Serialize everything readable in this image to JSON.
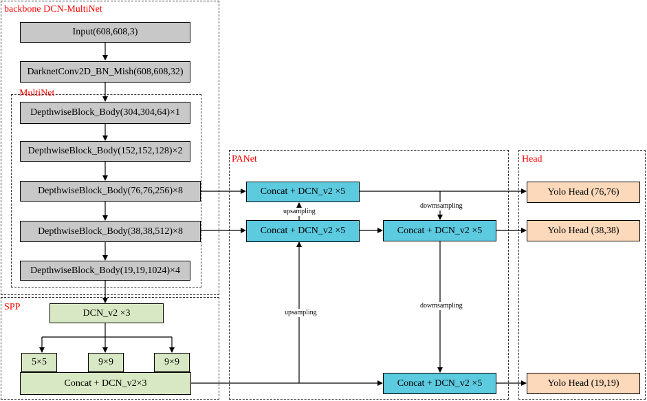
{
  "regions": {
    "backbone": "backbone DCN-MultiNet",
    "multinet": "MultiNet",
    "spp": "SPP",
    "panet": "PANet",
    "head": "Head"
  },
  "backbone": {
    "input": "Input(608,608,3)",
    "conv": "DarknetConv2D_BN_Mish(608,608,32)",
    "block1": "DepthwiseBlock_Body(304,304,64)×1",
    "block2": "DepthwiseBlock_Body(152,152,128)×2",
    "block3": "DepthwiseBlock_Body(76,76,256)×8",
    "block4": "DepthwiseBlock_Body(38,38,512)×8",
    "block5": "DepthwiseBlock_Body(19,19,1024)×4"
  },
  "spp": {
    "dcn": "DCN_v2 ×3",
    "pool1": "5×5",
    "pool2": "9×9",
    "pool3": "9×9",
    "concat": "Concat + DCN_v2×3"
  },
  "panet": {
    "concat1": "Concat + DCN_v2 ×5",
    "concat2": "Concat + DCN_v2 ×5",
    "concat3": "Concat + DCN_v2 ×5",
    "concat4": "Concat + DCN_v2 ×5",
    "upsampling1": "upsampling",
    "upsampling2": "upsampling",
    "downsampling1": "dowmsampling",
    "downsampling2": "dowmsampling"
  },
  "head": {
    "head1": "Yolo Head (76,76)",
    "head2": "Yolo Head (38,38)",
    "head3": "Yolo Head (19,19)"
  },
  "colors": {
    "backbone_block": "#c8c8c8",
    "panet_block": "#5ccbe0",
    "spp_block": "#d9e8c4",
    "head_block": "#fcd9bb",
    "region_label": "#ff0000"
  }
}
